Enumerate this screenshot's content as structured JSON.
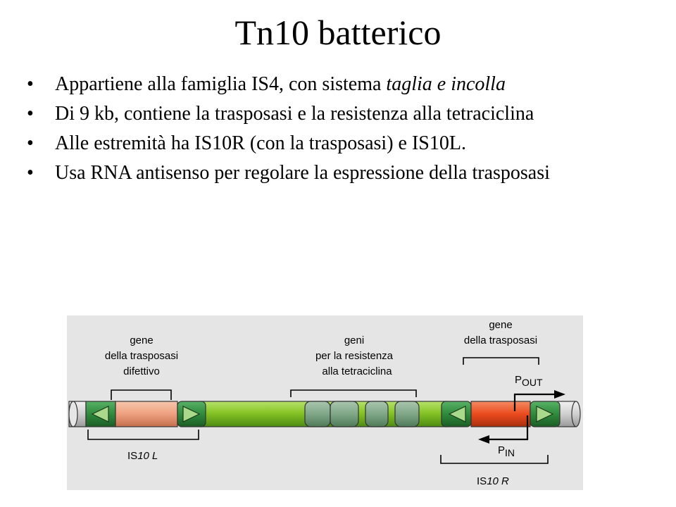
{
  "title": "Tn10 batterico",
  "bullets": [
    {
      "parts": [
        {
          "text": "Appartiene alla famiglia IS4, con sistema "
        },
        {
          "text": "taglia e incolla",
          "italic": true
        }
      ]
    },
    {
      "parts": [
        {
          "text": "Di 9 kb, contiene la trasposasi e la resistenza alla tetraciclina"
        }
      ]
    },
    {
      "parts": [
        {
          "text": "Alle estremità ha IS10R (con la trasposasi) e IS10L."
        }
      ]
    },
    {
      "parts": [
        {
          "text": "Usa RNA antisenso per regolare la espressione della trasposasi"
        }
      ]
    }
  ],
  "figure": {
    "label_left_gene": [
      "gene",
      "della trasposasi",
      "difettivo"
    ],
    "label_tet": [
      "geni",
      "per la resistenza",
      "alla tetraciclina"
    ],
    "label_right_gene": [
      "gene",
      "della trasposasi"
    ],
    "pout_main": "P",
    "pout_sub": "OUT",
    "pin_main": "P",
    "pin_sub": "IN",
    "is10l_prefix": "IS",
    "is10l_italic": "10 L",
    "is10r_prefix": "IS",
    "is10r_italic": "10 R",
    "colors": {
      "background": "#e5e5e5",
      "rod_green": "#86c426",
      "inverted_repeat": "#2f8a3c",
      "defective_gene": "#eea07e",
      "active_gene": "#ea4a1e",
      "tet_segments": "#7fa787"
    }
  }
}
